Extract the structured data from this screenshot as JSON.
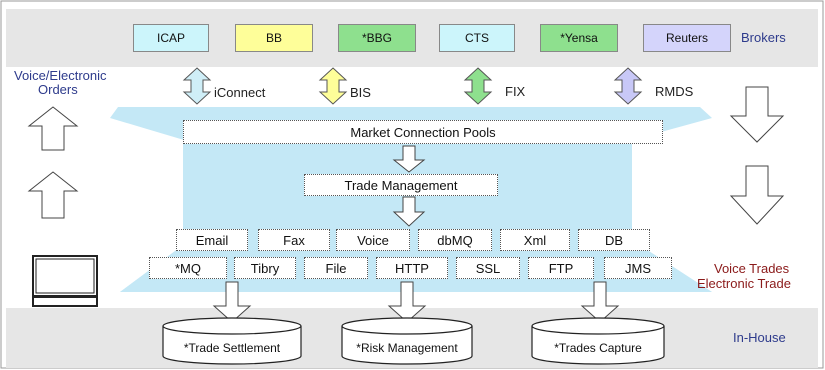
{
  "brokers": {
    "items": [
      {
        "label": "ICAP",
        "color": "#ccf5fb"
      },
      {
        "label": "BB",
        "color": "#fefe99"
      },
      {
        "label": "*BBG",
        "color": "#8ee08e"
      },
      {
        "label": "CTS",
        "color": "#ccf5fb"
      },
      {
        "label": "*Yensa",
        "color": "#8ee08e"
      },
      {
        "label": "Reuters",
        "color": "#d4d4fb"
      }
    ],
    "title": "Brokers"
  },
  "connections": [
    {
      "label": "iConnect",
      "arrow_color": "#cfeef7"
    },
    {
      "label": "BIS",
      "arrow_color": "#fefe99"
    },
    {
      "label": "FIX",
      "arrow_color": "#8ee08e"
    },
    {
      "label": "RMDS",
      "arrow_color": "#c8c8f7"
    }
  ],
  "left_label": {
    "line1": "Voice/Electronic",
    "line2": "Orders"
  },
  "pipeline": {
    "pools": "Market Connection Pools",
    "trade_mgmt": "Trade Management"
  },
  "channels_row1": [
    "Email",
    "Fax",
    "Voice",
    "dbMQ",
    "Xml",
    "DB"
  ],
  "channels_row2": [
    "*MQ",
    "Tibry",
    "File",
    "HTTP",
    "SSL",
    "FTP",
    "JMS"
  ],
  "right_label": {
    "line1": "Voice Trades",
    "line2": "Electronic Trade"
  },
  "inhouse": {
    "title": "In-House",
    "systems": [
      "*Trade Settlement",
      "*Risk Management",
      "*Trades Capture"
    ]
  },
  "colors": {
    "band": "#e6e6e6",
    "funnel": "#c4e8f6",
    "label_blue": "#2e3b8c",
    "label_red": "#8b1a1a"
  }
}
